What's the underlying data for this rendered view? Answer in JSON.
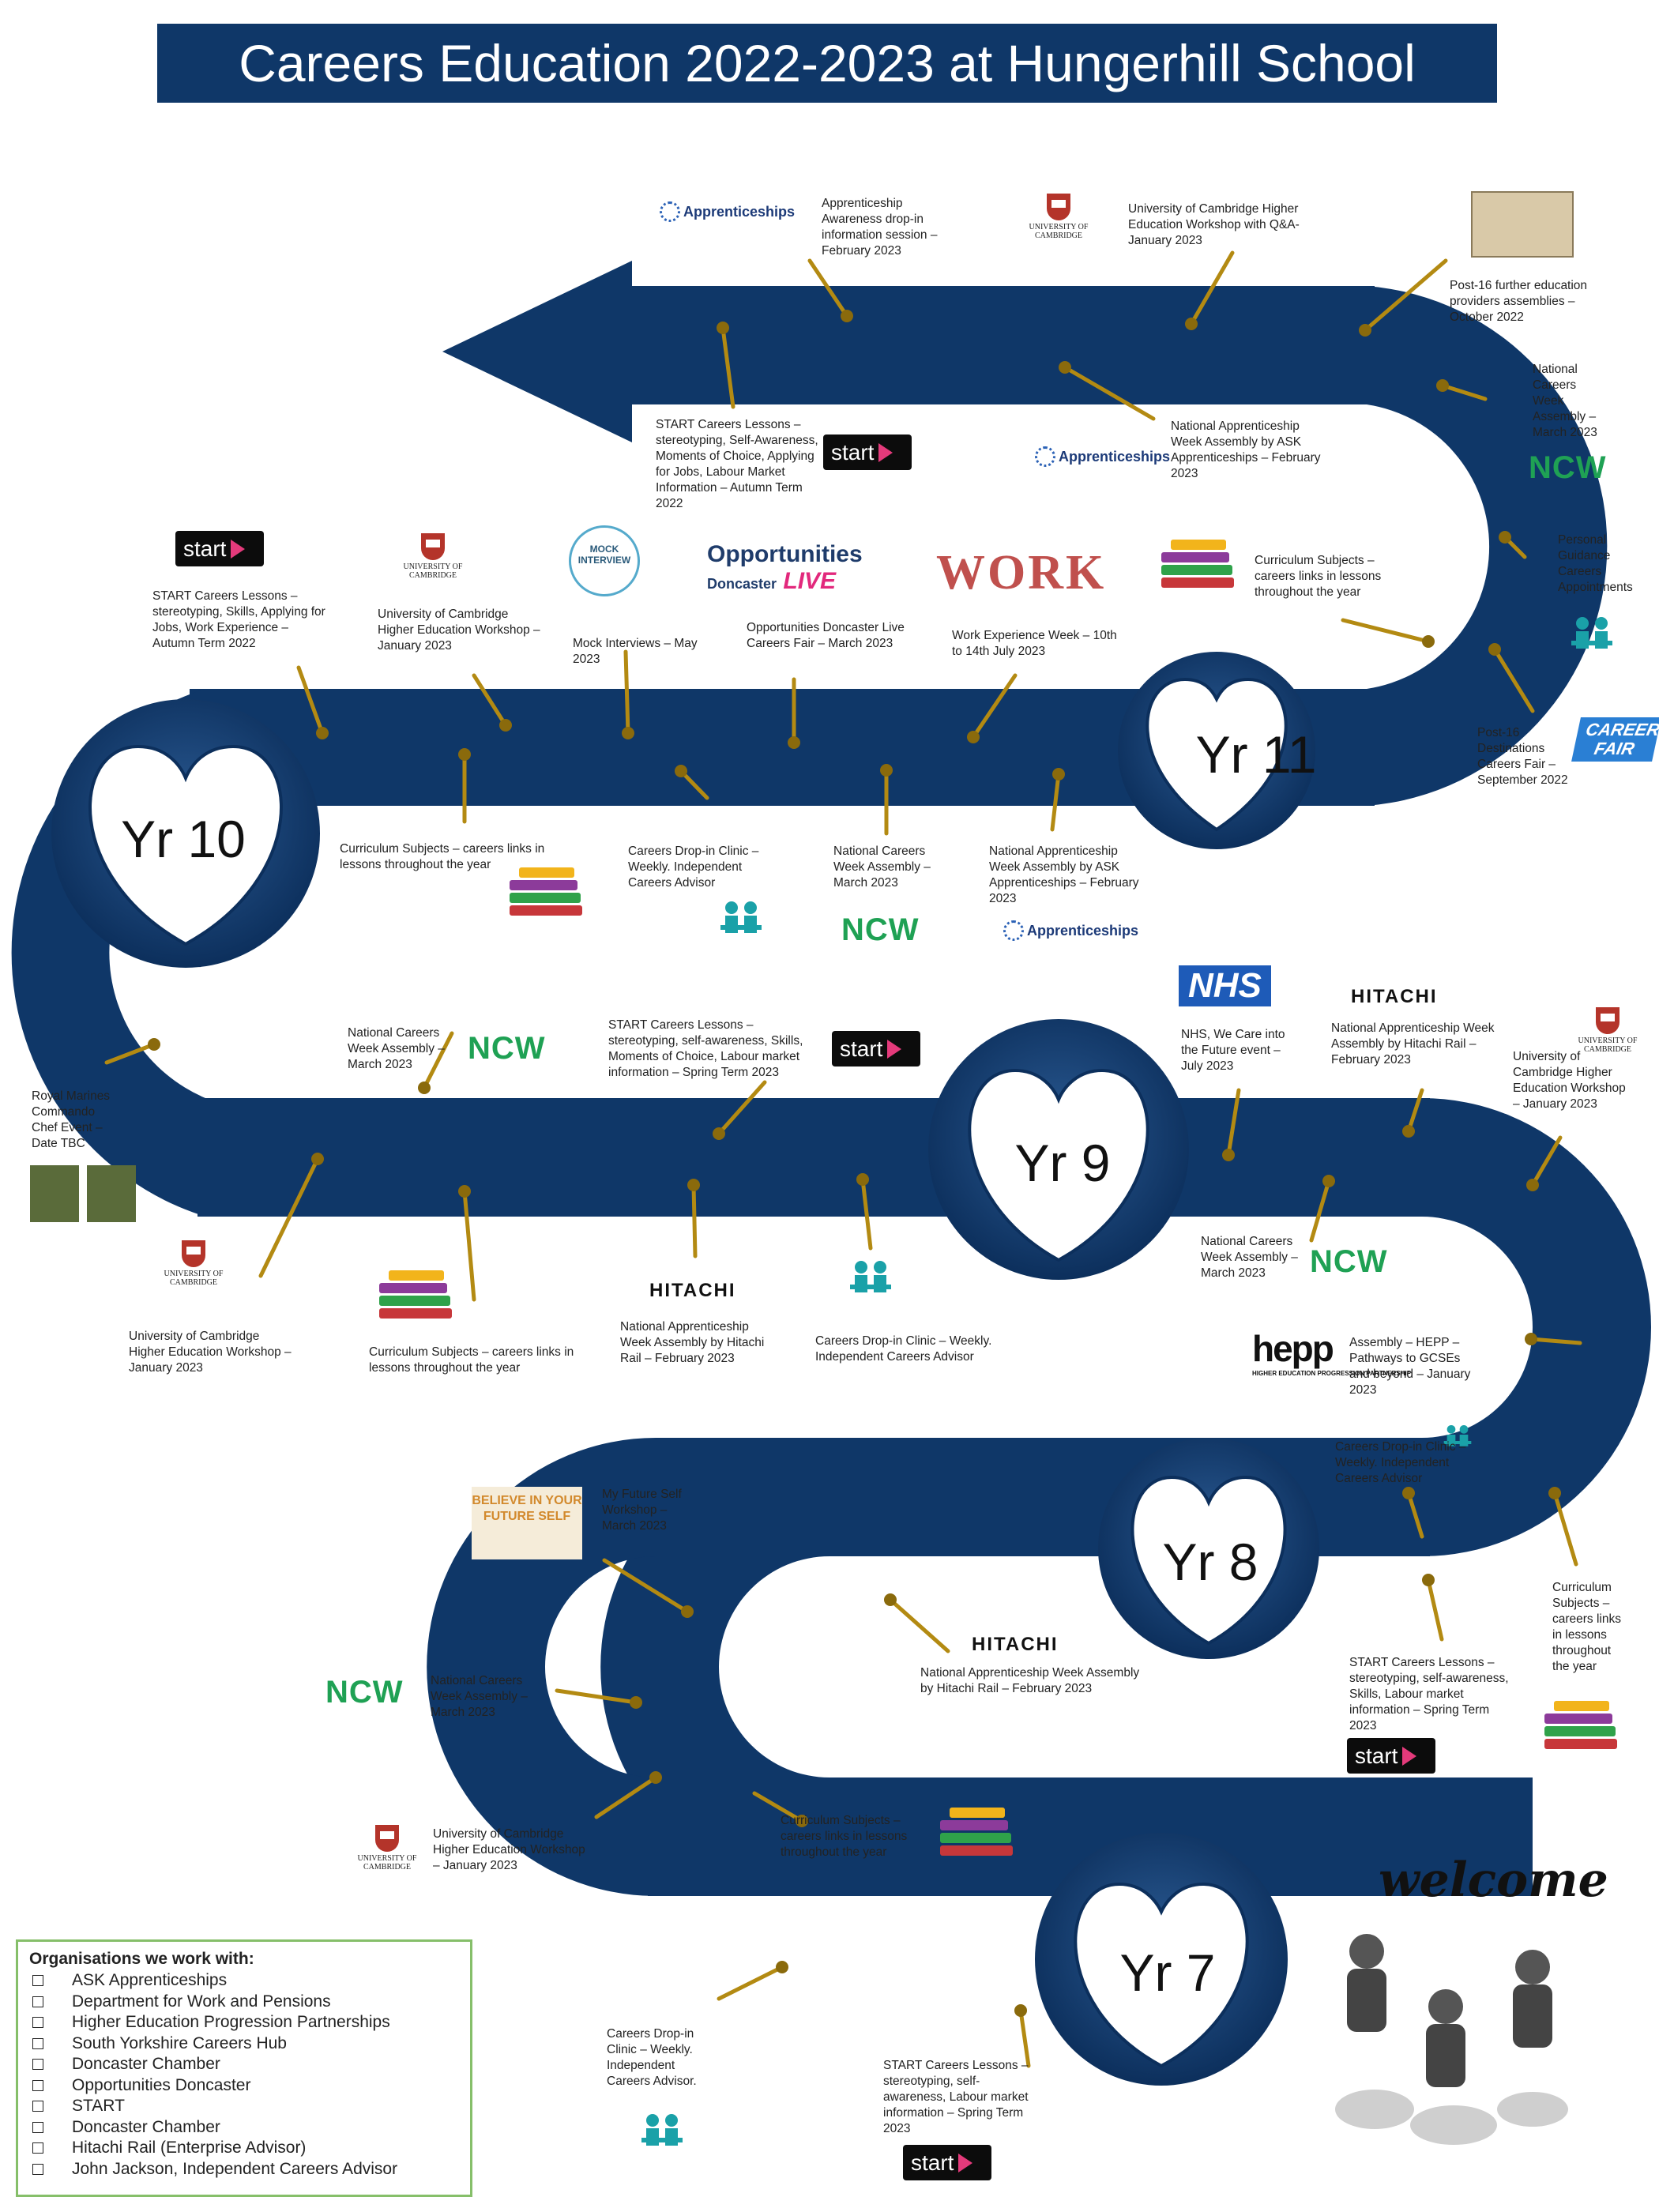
{
  "title": "Careers Education 2022-2023 at Hungerhill School",
  "years": {
    "yr7": "Yr 7",
    "yr8": "Yr 8",
    "yr9": "Yr 9",
    "yr10": "Yr 10",
    "yr11": "Yr 11"
  },
  "logos": {
    "start": "start",
    "ncw": "NCW",
    "hitachi": "HITACHI",
    "apprenticeships": "Apprenticeships",
    "cambridge": "UNIVERSITY OF CAMBRIDGE",
    "nhs": "NHS",
    "opportunities": "Opportunities",
    "doncaster": "Doncaster",
    "live": "LIVE",
    "work": "WORK",
    "mock": "MOCK INTERVIEW",
    "career_fair": "CAREER FAIR",
    "hepp": "hepp",
    "hepp_sub": "HIGHER EDUCATION PROGRESSION PARTNERSHIP",
    "believe": "BELIEVE IN YOUR FUTURE SELF",
    "welcome": "welcome"
  },
  "events": {
    "y11_apprent_dropin": "Apprenticeship Awareness drop-in information session – February 2023",
    "y11_cambridge": "University of Cambridge Higher Education Workshop with Q&A- January 2023",
    "y11_post16_assemblies": "Post-16 further education providers assemblies – October 2022",
    "y11_start": "START Careers Lessons – stereotyping, Self-Awareness, Moments of Choice, Applying for Jobs, Labour Market Information – Autumn Term 2022",
    "y11_nat_appr": "National Apprenticeship Week Assembly by ASK Apprenticeships – February 2023",
    "y11_ncw": "National Careers Week Assembly – March 2023",
    "y11_personal_guidance": "Personal Guidance Careers Appointments",
    "y11_curriculum": "Curriculum Subjects – careers links in lessons throughout the year",
    "y11_post16_fair": "Post-16 Destinations Careers Fair – September 2022",
    "y10_start": "START Careers Lessons – stereotyping, Skills, Applying for Jobs, Work Experience – Autumn Term 2022",
    "y10_cambridge": "University of Cambridge Higher Education Workshop – January 2023",
    "y10_mock": "Mock Interviews – May 2023",
    "y10_opportunities": "Opportunities Doncaster Live Careers Fair – March 2023",
    "y10_work_exp": "Work Experience Week – 10th to 14th July 2023",
    "y10_curriculum": "Curriculum Subjects – careers links in lessons throughout the year",
    "y10_dropin": "Careers Drop-in Clinic – Weekly. Independent Careers Advisor",
    "y10_ncw": "National Careers Week Assembly – March 2023",
    "y10_nat_appr": "National Apprenticeship Week Assembly by ASK Apprenticeships – February 2023",
    "y9_royal_marines": "Royal Marines Commando Chef Event – Date TBC",
    "y9_ncw": "National Careers Week Assembly – March 2023",
    "y9_start": "START Careers Lessons – stereotyping, self-awareness, Skills, Moments of Choice, Labour market information – Spring Term 2023",
    "y9_nhs": "NHS, We Care into the Future event – July 2023",
    "y9_hitachi_top": "National Apprenticeship Week Assembly by Hitachi Rail – February 2023",
    "y9_cambridge_right": "University of Cambridge Higher Education Workshop – January 2023",
    "y9_cambridge_left": "University of Cambridge Higher Education Workshop – January 2023",
    "y9_curriculum": "Curriculum Subjects – careers links in lessons throughout the year",
    "y9_hitachi_bottom": "National Apprenticeship Week Assembly by Hitachi Rail – February 2023",
    "y9_dropin": "Careers Drop-in Clinic – Weekly. Independent Careers Advisor",
    "y9_ncw_right": "National Careers Week Assembly – March 2023",
    "y9_hepp": "Assembly – HEPP – Pathways to GCSEs and beyond – January 2023",
    "y8_future_self": "My Future Self Workshop – March 2023",
    "y8_dropin": "Careers Drop-in Clinic – Weekly. Independent Careers Advisor",
    "y8_ncw": "National Careers Week Assembly – March 2023",
    "y8_hitachi": "National Apprenticeship Week Assembly by Hitachi Rail – February 2023",
    "y8_curriculum": "Curriculum Subjects – careers links in lessons throughout the year",
    "y8_start": "START Careers Lessons – stereotyping, self-awareness, Skills, Labour market information – Spring Term 2023",
    "y7_cambridge": "University of Cambridge Higher Education Workshop – January 2023",
    "y7_curriculum": "Curriculum Subjects – careers links in lessons throughout the year",
    "y7_dropin": "Careers Drop-in Clinic – Weekly. Independent Careers Advisor.",
    "y7_start": "START Careers Lessons – stereotyping, self-awareness, Labour market information – Spring Term 2023"
  },
  "organisations": {
    "heading": "Organisations we work with:",
    "items": [
      "ASK Apprenticeships",
      "Department for Work and Pensions",
      "Higher Education Progression Partnerships",
      "South Yorkshire Careers Hub",
      "Doncaster Chamber",
      "Opportunities Doncaster",
      "START",
      "Doncaster Chamber",
      "Hitachi Rail (Enterprise Advisor)",
      "John Jackson, Independent Careers Advisor"
    ]
  },
  "colors": {
    "road": "#0f3768",
    "leader": "#b38a12",
    "ncw": "#1fa154",
    "border": "#86bf6a"
  }
}
